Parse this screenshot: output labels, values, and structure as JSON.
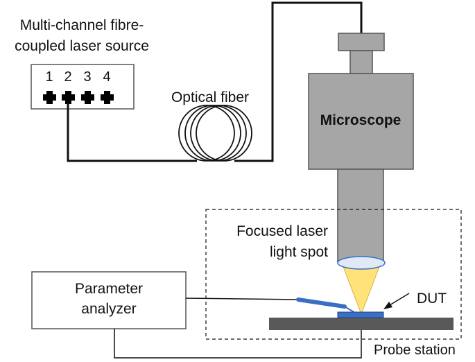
{
  "laser_source": {
    "title_line1": "Multi-channel fibre-",
    "title_line2": "coupled laser source",
    "channels": [
      "1",
      "2",
      "3",
      "4"
    ]
  },
  "fiber": {
    "label": "Optical fiber"
  },
  "microscope": {
    "label": "Microscope"
  },
  "focus": {
    "line1": "Focused laser",
    "line2": "light spot"
  },
  "analyzer": {
    "line1": "Parameter",
    "line2": "analyzer"
  },
  "dut": {
    "label": "DUT"
  },
  "probe_station": {
    "label": "Probe station"
  },
  "colors": {
    "line": "#111111",
    "microscope_fill": "#a6a6a6",
    "microscope_stroke": "#555555",
    "beam": "#ffe27a",
    "lens": "#dfeaf6",
    "probe": "#3a6fc4",
    "dut": "#3b6fc7",
    "stage": "#595959"
  }
}
